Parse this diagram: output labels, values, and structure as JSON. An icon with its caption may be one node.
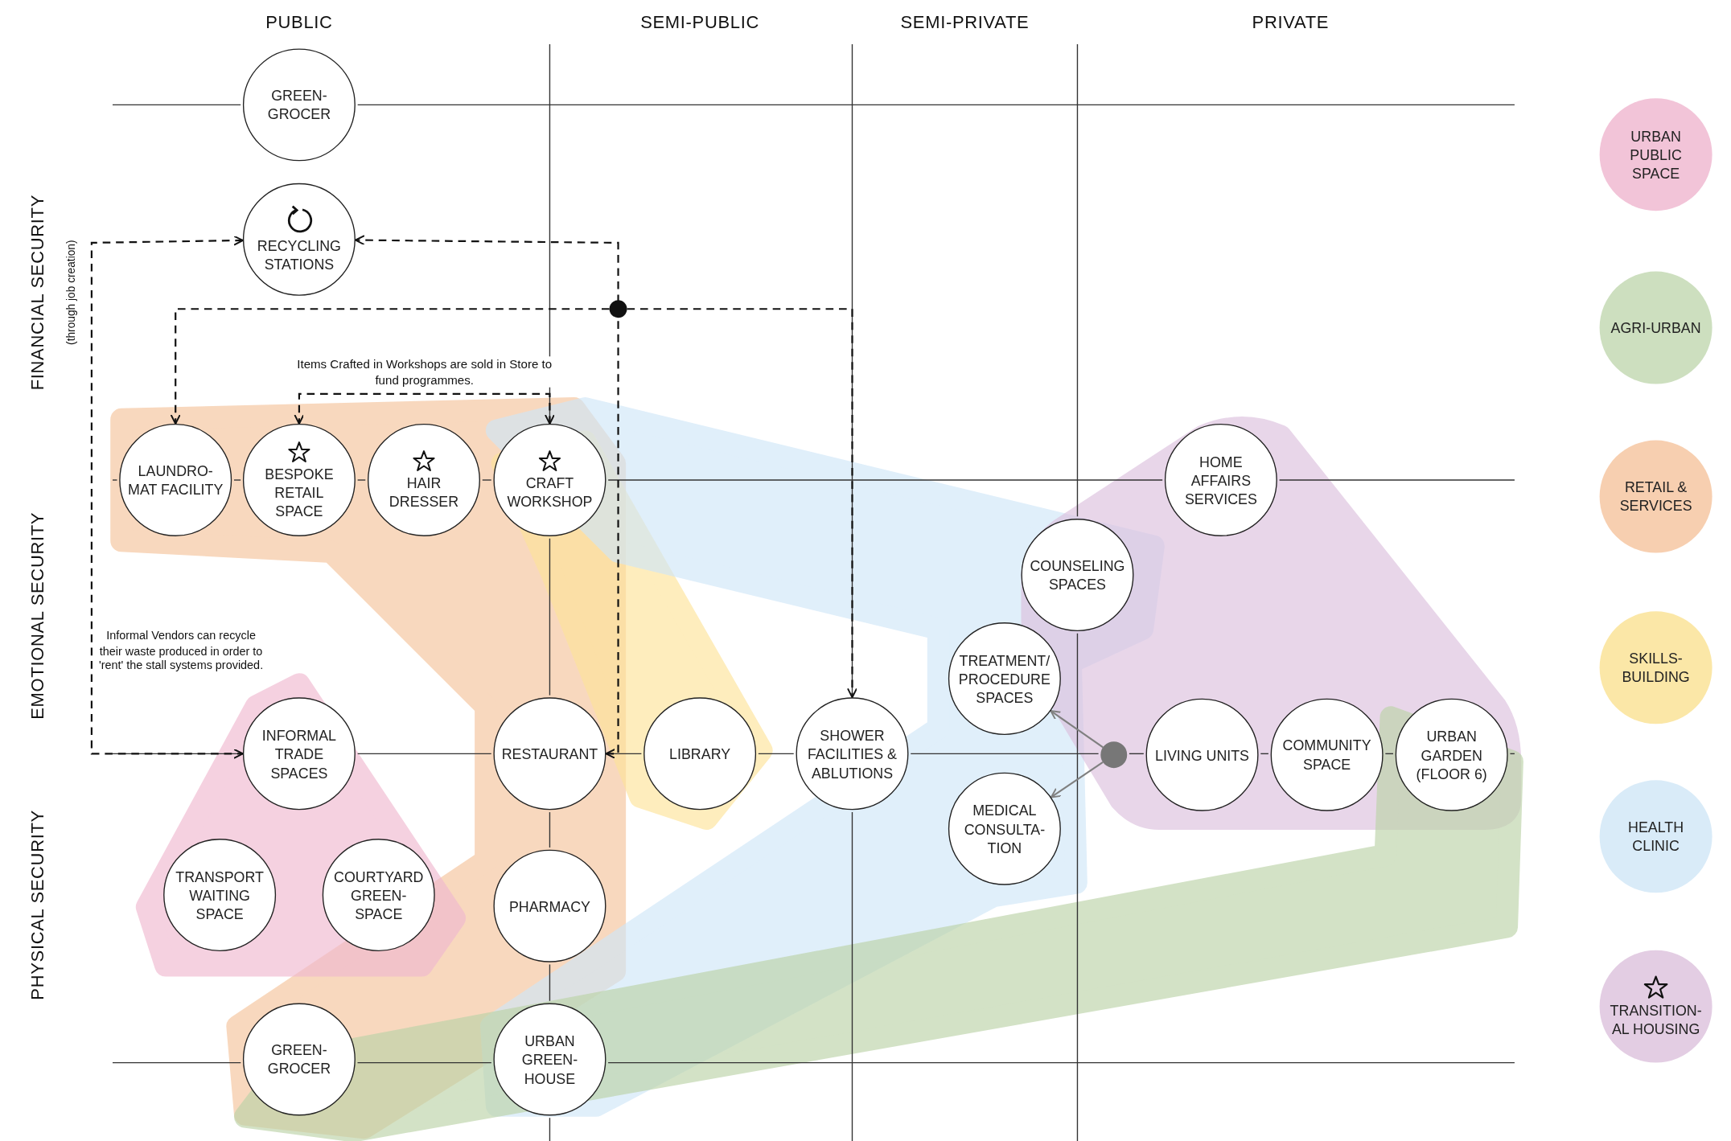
{
  "diagram": {
    "nodes": [
      {
        "text": [
          "GREEN- GROCER"
        ]
      },
      {
        "text": [
          "RECYCLING STATIONS"
        ]
      },
      {
        "text": [
          "LAUNDRO- MAT FACILITY"
        ]
      },
      {
        "text": [
          "BESPOKE RETAIL SPACE"
        ]
      },
      {
        "text": [
          "HAIR DRESSER"
        ]
      },
      {
        "text": [
          "CRAFT WORKSHOP"
        ]
      },
      {
        "text": [
          "HOME AFFAIRS SERVICES"
        ]
      },
      {
        "text": [
          "COUNSELING SPACES"
        ]
      },
      {
        "text": [
          "TREATMENT/ PROCEDURE SPACES"
        ]
      },
      {
        "text": [
          "INFORMAL TRADE SPACES"
        ]
      },
      {
        "text": [
          "RESTAURANT"
        ]
      },
      {
        "text": [
          "LIBRARY"
        ]
      },
      {
        "text": [
          "SHOWER FACILITIES & ABLUTIONS"
        ]
      },
      {
        "text": [],
        "shape": "circle"
      },
      {
        "text": [
          "LIVING UNITS"
        ]
      },
      {
        "text": [
          "COMMUNITY SPACE"
        ]
      },
      {
        "text": [
          "URBAN GARDEN (FLOOR 6)"
        ]
      },
      {
        "text": [
          "MEDICAL CONSULTA- TION"
        ]
      },
      {
        "text": [
          "TRANSPORT WAITING SPACE"
        ]
      },
      {
        "text": [
          "COURTYARD GREEN- SPACE"
        ]
      },
      {
        "text": [
          "PHARMACY"
        ]
      },
      {
        "text": [
          "GREEN- GROCER"
        ]
      },
      {
        "text": [
          "URBAN GREEN- HOUSE"
        ]
      },
      {
        "text": [],
        "shape": "circle"
      }
    ],
    "edges": [
      {
        "from": 1,
        "to": 9,
        "arrow": "both",
        "style": "dashed"
      },
      {
        "from": 10,
        "to": 1,
        "arrow": "both",
        "style": "dashed"
      },
      {
        "from": 23,
        "to": 2,
        "arrow": "to",
        "style": "dashed"
      },
      {
        "from": 23,
        "to": 12,
        "arrow": "to",
        "style": "dashed"
      },
      {
        "from": 5,
        "to": 3,
        "arrow": "both",
        "style": "dashed",
        "label": "Items Crafted in Workshops are sold in Store to fund programmes."
      },
      {
        "from": 13,
        "to": 8,
        "arrow": "to",
        "color": "#808080"
      },
      {
        "from": 13,
        "to": 17,
        "arrow": "to",
        "color": "#808080"
      }
    ],
    "labels": [
      "PUBLIC",
      "SEMI-PUBLIC",
      "SEMI-PRIVATE",
      "PRIVATE",
      "FINANCIAL SECURITY",
      "(through job creation)",
      "EMOTIONAL SECURITY",
      "Informal Vendors can recycle their waste produced in order to 'rent' the stall systems provided.",
      "PHYSICAL SECURITY"
    ],
    "legend": [
      {
        "text": "URBAN PUBLIC SPACE",
        "color": "#f2c4d8"
      },
      {
        "text": "AGRI-URBAN",
        "color": "#cddfbf"
      },
      {
        "text": "RETAIL & SERVICES",
        "color": "#f7cfb0"
      },
      {
        "text": "SKILLS- BUILDING",
        "color": "#fbe7a7"
      },
      {
        "text": "HEALTH CLINIC",
        "color": "#d9ebf8"
      },
      {
        "text": "TRANSITION- AL HOUSING",
        "color": "#e3cde3"
      }
    ]
  }
}
